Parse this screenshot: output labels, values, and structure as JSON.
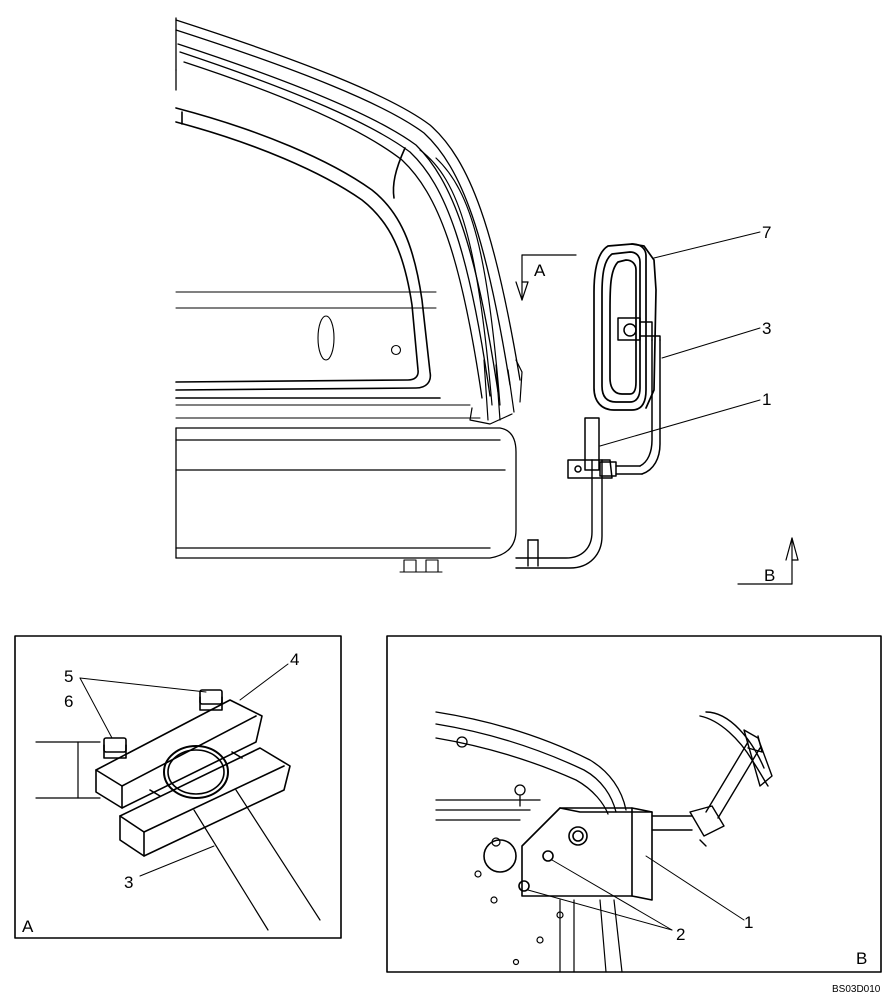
{
  "main_view": {
    "callouts": {
      "item_7": "7",
      "item_3": "3",
      "item_1": "1"
    },
    "section_marker_a": "A",
    "section_marker_b": "B"
  },
  "detail_a": {
    "label": "A",
    "callouts": {
      "item_5": "5",
      "item_6": "6",
      "item_4": "4",
      "item_3": "3"
    }
  },
  "detail_b": {
    "label": "B",
    "callouts": {
      "item_1": "1",
      "item_2": "2"
    }
  },
  "figure_reference": "BS03D010"
}
